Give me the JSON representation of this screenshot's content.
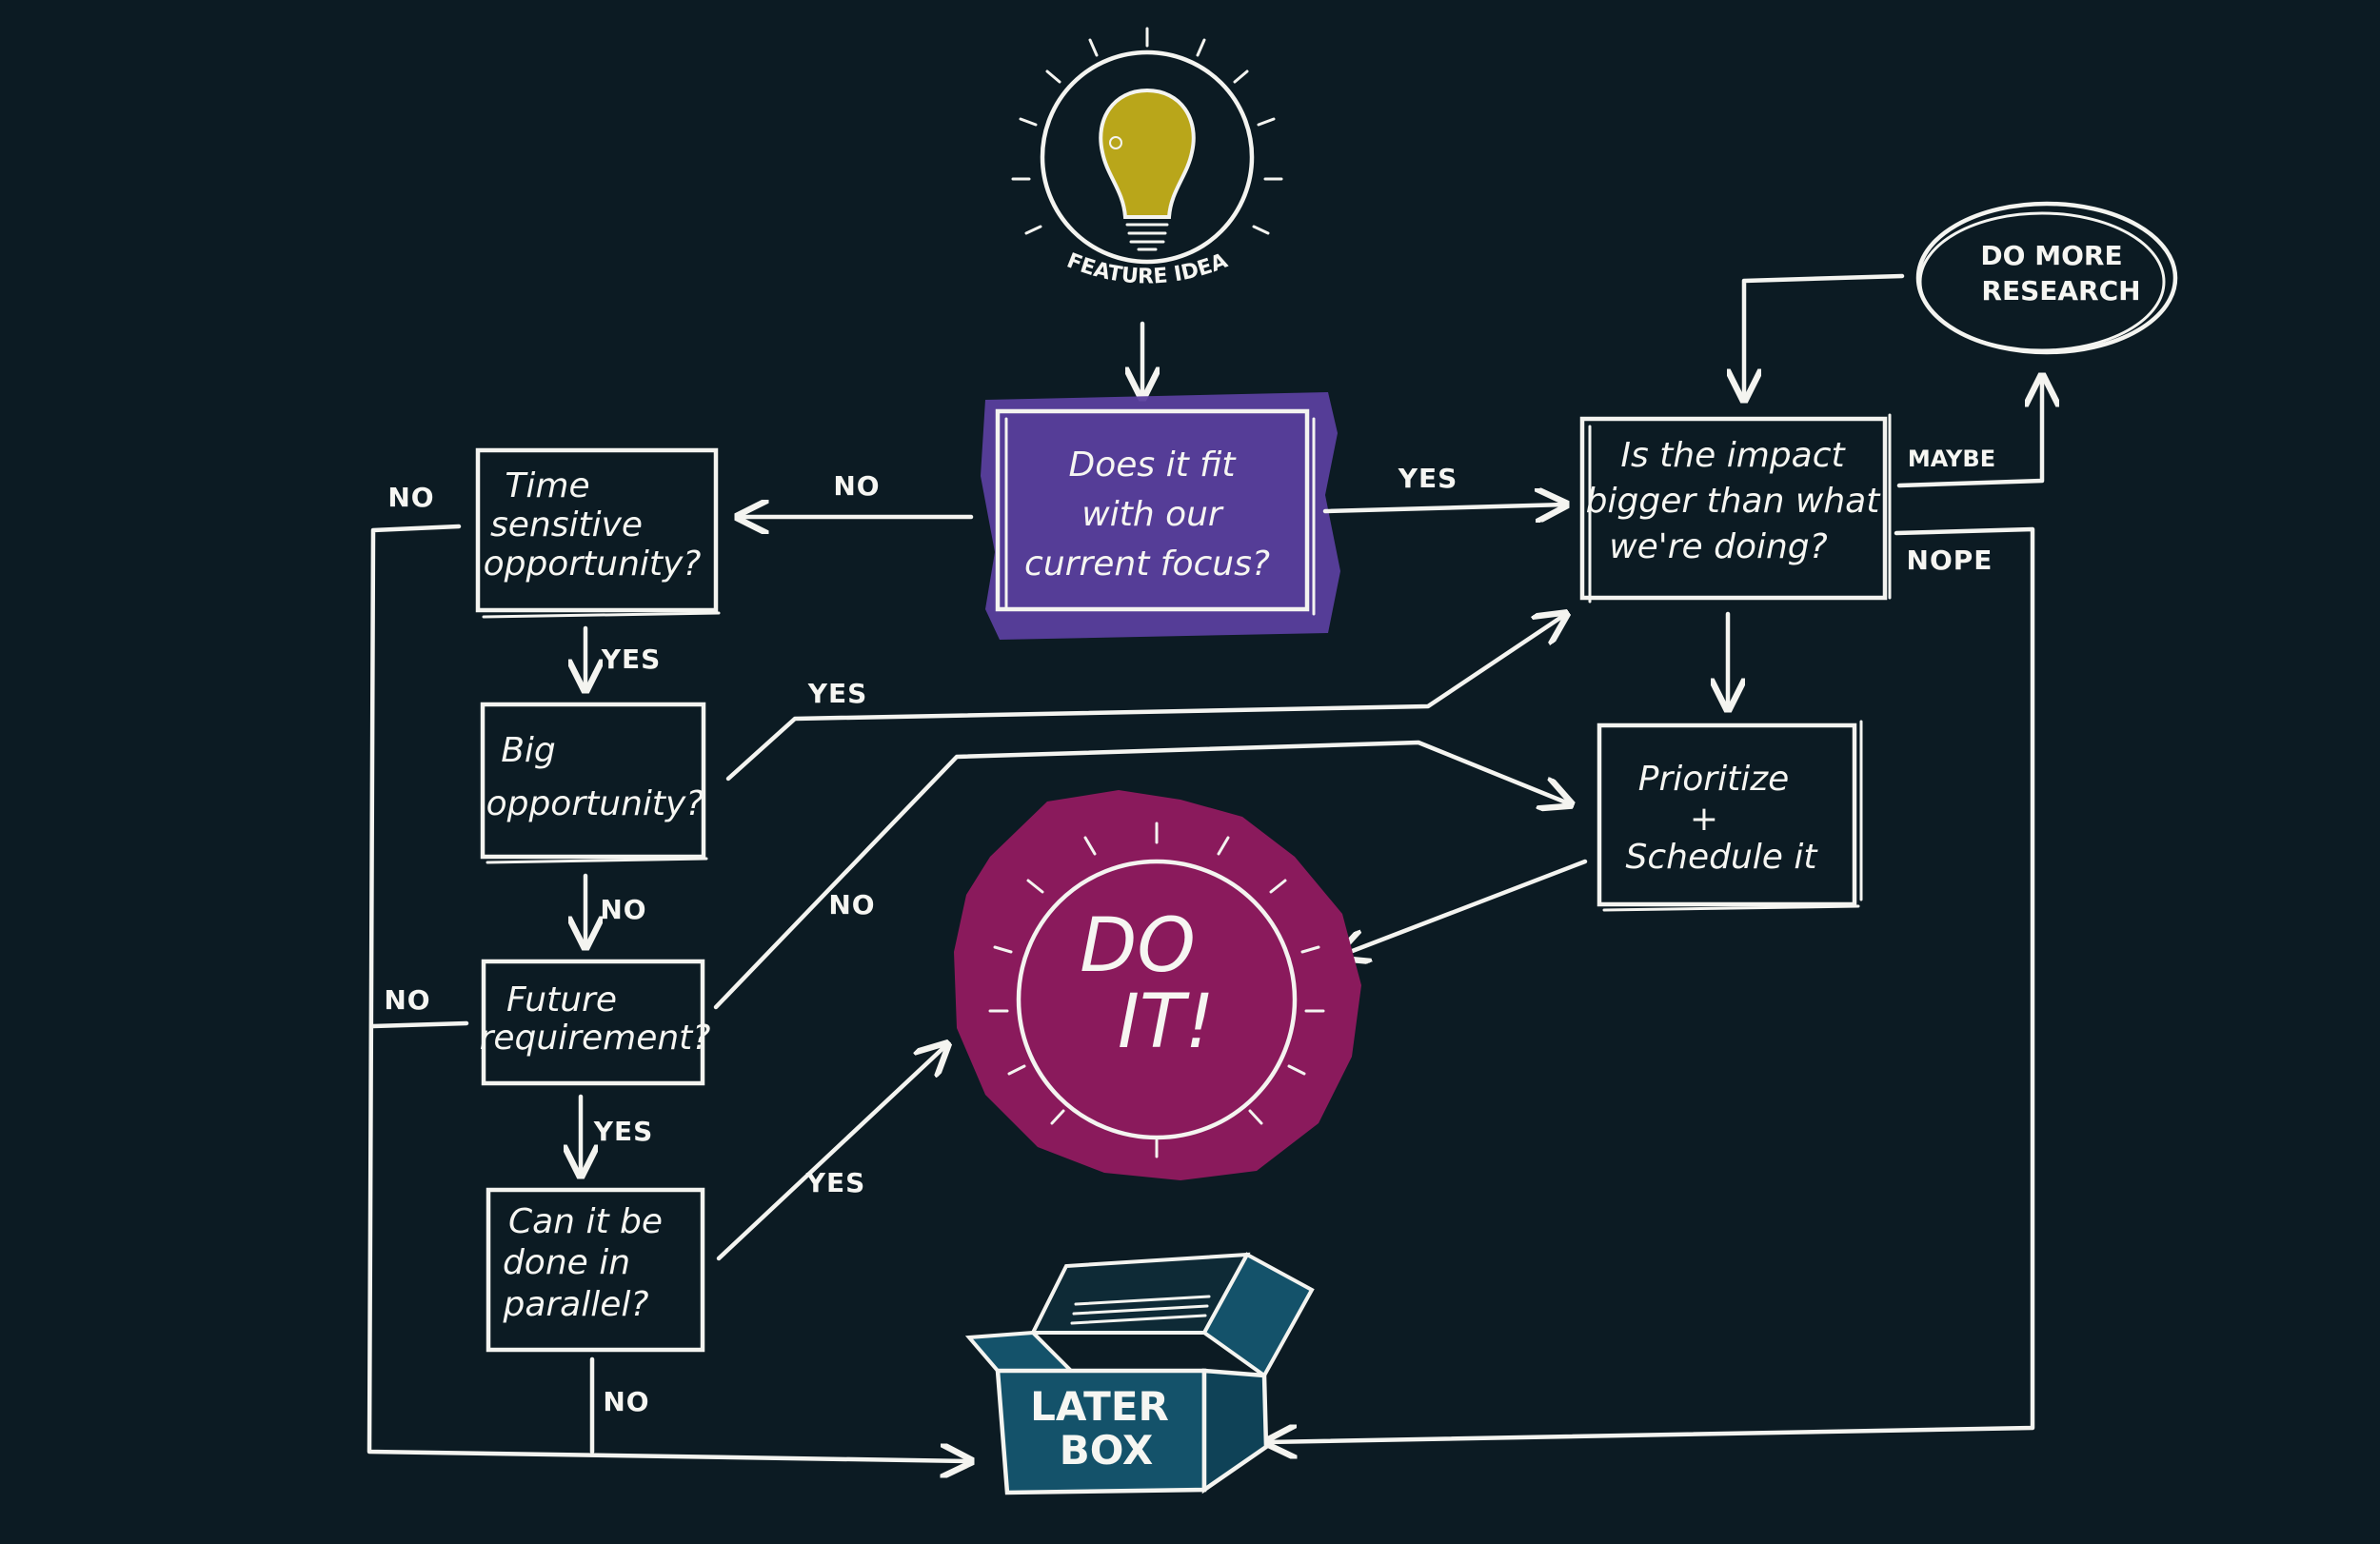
{
  "nodes": {
    "feature_idea": "FEATURE IDEA",
    "fit_focus": [
      "Does it fit",
      "with our",
      "current focus?"
    ],
    "impact": [
      "Is the impact",
      "bigger than what",
      "we're doing?"
    ],
    "research": [
      "DO MORE",
      "RESEARCH"
    ],
    "time_sensitive": [
      "Time",
      "sensitive",
      "opportunity?"
    ],
    "big_opportunity": [
      "Big",
      "opportunity?"
    ],
    "future_requirement": [
      "Future",
      "requirement?"
    ],
    "parallel": [
      "Can it be",
      "done in",
      "parallel?"
    ],
    "prioritize": [
      "Prioritize",
      "+",
      "Schedule it"
    ],
    "do_it": [
      "DO",
      "IT!"
    ],
    "later_box": [
      "LATER",
      "BOX"
    ]
  },
  "edges": {
    "fit_no": "NO",
    "fit_yes": "YES",
    "impact_maybe": "MAYBE",
    "impact_nope": "NOPE",
    "time_no": "NO",
    "time_yes": "YES",
    "big_yes": "YES",
    "big_no": "NO",
    "future_no_left": "NO",
    "future_no_diag": "NO",
    "future_yes": "YES",
    "parallel_yes": "YES",
    "parallel_no": "NO"
  },
  "colors": {
    "background": "#0c1b23",
    "chalk": "#f4f4f0",
    "fit_fill": "#5a3f9e",
    "doit_fill": "#8a1a5c",
    "bulb": "#b9a61a",
    "box_fill": "#14526a"
  }
}
